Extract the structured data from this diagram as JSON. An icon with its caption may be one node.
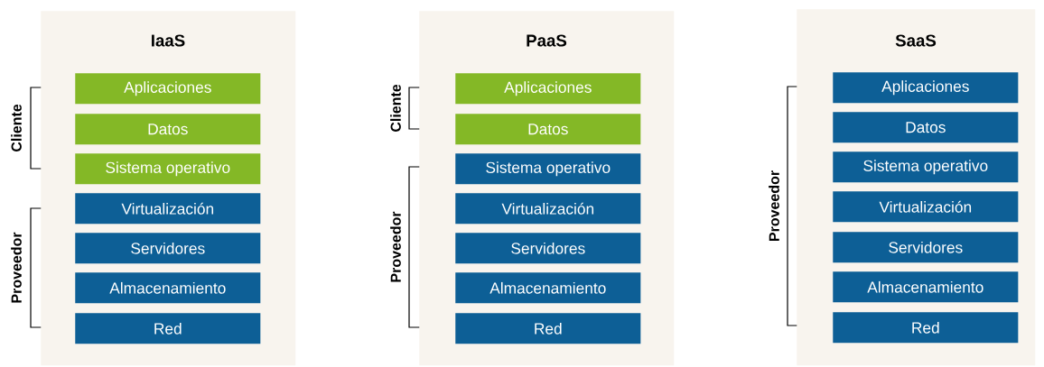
{
  "diagram": {
    "nodes": [
      {
        "text": [
          "IaaS"
        ]
      },
      {
        "text": [
          "Aplicaciones"
        ],
        "in": 0
      },
      {
        "text": [
          "Datos"
        ],
        "in": 0
      },
      {
        "text": [
          "Sistema operativo"
        ],
        "in": 0
      },
      {
        "text": [
          "Virtualización"
        ],
        "in": 0
      },
      {
        "text": [
          "Servidores"
        ],
        "in": 0
      },
      {
        "text": [
          "Almacenamiento"
        ],
        "in": 0
      },
      {
        "text": [
          "Red"
        ],
        "in": 0
      },
      {
        "text": [
          "PaaS"
        ]
      },
      {
        "text": [
          "Aplicaciones"
        ],
        "in": 8
      },
      {
        "text": [
          "Datos"
        ],
        "in": 8
      },
      {
        "text": [
          "Sistema operativo"
        ],
        "in": 8
      },
      {
        "text": [
          "Virtualización"
        ],
        "in": 8
      },
      {
        "text": [
          "Servidores"
        ],
        "in": 8
      },
      {
        "text": [
          "Almacenamiento"
        ],
        "in": 8
      },
      {
        "text": [
          "Red"
        ],
        "in": 8
      },
      {
        "text": [
          "SaaS"
        ]
      },
      {
        "text": [
          "Aplicaciones"
        ],
        "in": 16
      },
      {
        "text": [
          "Datos"
        ],
        "in": 16
      },
      {
        "text": [
          "Sistema operativo"
        ],
        "in": 16
      },
      {
        "text": [
          "Virtualización"
        ],
        "in": 16
      },
      {
        "text": [
          "Servidores"
        ],
        "in": 16
      },
      {
        "text": [
          "Almacenamiento"
        ],
        "in": 16
      },
      {
        "text": [
          "Red"
        ],
        "in": 16
      }
    ],
    "labels": [
      "Cliente",
      "Proveedor",
      "Cliente",
      "Proveedor",
      "Proveedor"
    ]
  }
}
